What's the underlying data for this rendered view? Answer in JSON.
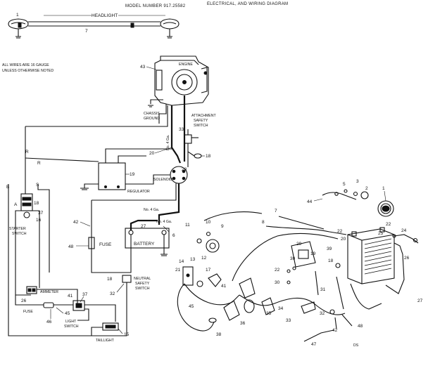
{
  "header": {
    "model_number": "MODEL NUMBER 917.25582",
    "title": "ELECTRICAL, AND WIRING DIAGRAM"
  },
  "notes": {
    "wire_gauge_line1": "ALL WIRES ARE 16 GAUGE",
    "wire_gauge_line2": "UNLESS OTHERWISE NOTED"
  },
  "labels": {
    "headlight": "HEADLIGHT",
    "engine": "ENGINE",
    "chassis_ground_1": "CHASSIS",
    "chassis_ground_2": "GROUND",
    "attachment_1": "ATTACHMENT",
    "attachment_2": "SAFETY",
    "attachment_3": "SWITCH",
    "regulator": "REGULATOR",
    "solenoid": "SOLENOID",
    "battery": "BATTERY",
    "fuse_main": "FUSE",
    "fuse_light": "FUSE",
    "ammeter": "AMMETER",
    "light_switch_1": "LIGHT",
    "light_switch_2": "SWITCH",
    "taillight": "TAILLIGHT",
    "starter_switch_1": "STARTER",
    "starter_switch_2": "SWITCH",
    "neutral_1": "NEUTRAL",
    "neutral_2": "SAFETY",
    "neutral_3": "SWITCH",
    "no4ga_1": "No. 4 Ga.",
    "no4ga_2": "No. 4 Ga.",
    "no4ga_3": "No. 4 Ga.",
    "wire_r1": "R",
    "wire_r2": "R",
    "wire_b": "B",
    "wire_s": "S",
    "wire_a": "A",
    "drawing_code": "DS"
  },
  "parts": {
    "p1": "1",
    "p7a": "7",
    "p43": "43",
    "p20a": "20",
    "p33": "33",
    "p18a": "18",
    "p28": "28",
    "p19": "19",
    "p18b": "18",
    "p37a": "37",
    "p16": "16",
    "p42": "42",
    "p27a": "27",
    "p6a": "6",
    "p48a": "48",
    "p18c": "18",
    "p32a": "32",
    "p26a": "26",
    "p41": "41",
    "p37b": "37",
    "p45a": "45",
    "p46": "46",
    "p15": "15",
    "p44": "44",
    "p5": "5",
    "p3": "3",
    "p2": "2",
    "p1b": "1",
    "p7b": "7",
    "p22a": "22",
    "p20b": "20",
    "p25": "25",
    "p24": "24",
    "p26b": "26",
    "p22b": "22",
    "p8": "8",
    "p11": "11",
    "p10": "10",
    "p9": "9",
    "p13": "13",
    "p12": "12",
    "p14": "14",
    "p21": "21",
    "p17": "17",
    "p41b": "41",
    "p45b": "45",
    "p38": "38",
    "p29": "29",
    "p30a": "30",
    "p19b": "19",
    "p39": "39",
    "p18d": "18",
    "p22c": "22",
    "p30b": "30",
    "p34": "34",
    "p35": "35",
    "p36": "36",
    "p33b": "33",
    "p31": "31",
    "p32b": "32",
    "p42b": "42",
    "p48b": "48",
    "p47": "47",
    "p27b": "27"
  }
}
